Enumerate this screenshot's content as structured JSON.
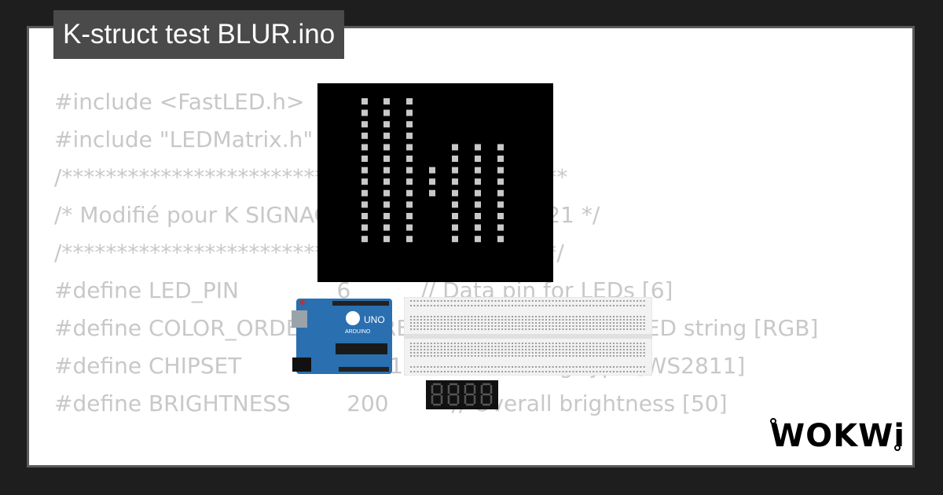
{
  "project": {
    "title": "K-struct test BLUR.ino"
  },
  "code": {
    "lines": [
      "#include <FastLED.h>",
      "#include \"LEDMatrix.h\"",
      "",
      "/**********************************************",
      "/* Modifié pour K SIGNAGE Guy Marchand 2021 */",
      "/*********************************************/",
      "",
      "",
      "#define LED_PIN              6          // Data pin for LEDs [6]",
      "#define COLOR_ORDER       GRB      // Color order of LED string [RGB]",
      "#define CHIPSET          WS2811     // LED string type [WS2811]",
      "#define BRIGHTNESS        200         // Overall brightness [50]"
    ]
  },
  "components": {
    "arduino": {
      "board_label": "UNO",
      "brand_label": "ARDUINO"
    },
    "seven_segment": {
      "digits": 4
    }
  },
  "brand": {
    "logo_text": "WOKWi"
  },
  "colors": {
    "background": "#1e1e1e",
    "card": "#ffffff",
    "card_border": "#5a5a5a",
    "title_bg": "#4a4a4a",
    "code_text": "#c8c8c8",
    "arduino_blue": "#2a6fb0",
    "led": "#c8c8c8"
  }
}
